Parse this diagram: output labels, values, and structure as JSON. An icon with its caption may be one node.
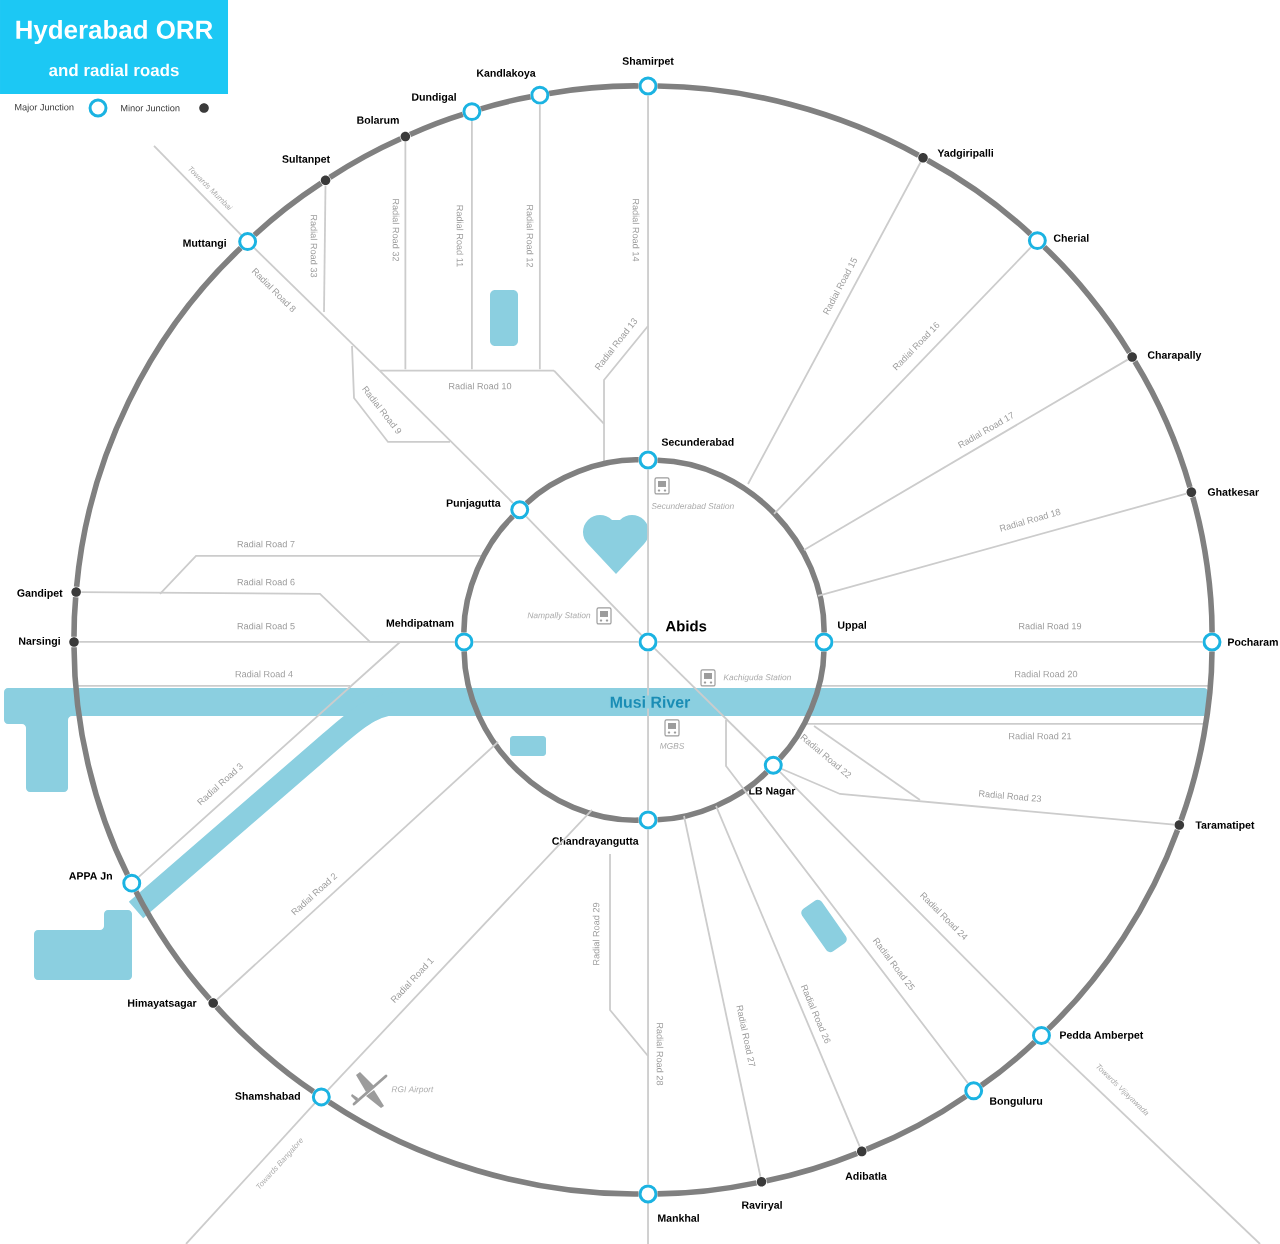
{
  "diagram": {
    "title": "Hyderabad ORR",
    "nodes": [
      {
        "text": [
          "Shamirpet"
        ]
      },
      {
        "text": [
          "Kandlakoya"
        ]
      },
      {
        "text": [
          "Dundigal"
        ]
      },
      {
        "text": [
          "Bolarum"
        ]
      },
      {
        "text": [
          "Sultanpet"
        ]
      },
      {
        "text": [
          "Muttangi"
        ]
      },
      {
        "text": [
          "Gandipet"
        ]
      },
      {
        "text": [
          "Narsingi"
        ]
      },
      {
        "text": [
          "APPA Jn"
        ]
      },
      {
        "text": [
          "Himayatsagar"
        ]
      },
      {
        "text": [
          "Shamshabad"
        ]
      },
      {
        "text": [
          "Mankhal"
        ]
      },
      {
        "text": [
          "Raviryal"
        ]
      },
      {
        "text": [
          "Adibatla"
        ]
      },
      {
        "text": [
          "Bonguluru"
        ]
      },
      {
        "text": [
          "Pedda Amberpet"
        ]
      },
      {
        "text": [
          "Taramatipet"
        ]
      },
      {
        "text": [
          "Pocharam"
        ]
      },
      {
        "text": [
          "Ghatkesar"
        ]
      },
      {
        "text": [
          "Charapally"
        ]
      },
      {
        "text": [
          "Cherial"
        ]
      },
      {
        "text": [
          "Yadgiripalli"
        ]
      },
      {
        "text": [
          "Secunderabad"
        ]
      },
      {
        "text": [
          "Punjagutta"
        ]
      },
      {
        "text": [
          "Mehdipatnam"
        ]
      },
      {
        "text": [
          "Abids"
        ]
      },
      {
        "text": [
          "Uppal"
        ]
      },
      {
        "text": [
          "LB Nagar"
        ]
      },
      {
        "text": [
          "Chandrayangutta"
        ]
      },
      {
        "text": [],
        "shape": "line"
      }
    ],
    "edges": [
      {
        "from": 0,
        "to": 1,
        "arrow": "none",
        "style": "thick",
        "color": "#808080"
      },
      {
        "from": 1,
        "to": 2,
        "arrow": "none",
        "style": "thick",
        "color": "#808080"
      },
      {
        "from": 2,
        "to": 3,
        "arrow": "none",
        "style": "thick",
        "color": "#808080"
      },
      {
        "from": 3,
        "to": 4,
        "arrow": "none",
        "style": "thick",
        "color": "#808080"
      },
      {
        "from": 4,
        "to": 5,
        "arrow": "none",
        "style": "thick",
        "color": "#808080"
      },
      {
        "from": 5,
        "to": 6,
        "arrow": "none",
        "style": "thick",
        "color": "#808080"
      },
      {
        "from": 6,
        "to": 7,
        "arrow": "none",
        "style": "thick",
        "color": "#808080"
      },
      {
        "from": 7,
        "to": 8,
        "arrow": "none",
        "style": "thick",
        "color": "#808080"
      },
      {
        "from": 8,
        "to": 9,
        "arrow": "none",
        "style": "thick",
        "color": "#808080"
      },
      {
        "from": 9,
        "to": 10,
        "arrow": "none",
        "style": "thick",
        "color": "#808080"
      },
      {
        "from": 10,
        "to": 11,
        "arrow": "none",
        "style": "thick",
        "color": "#808080"
      },
      {
        "from": 11,
        "to": 12,
        "arrow": "none",
        "style": "thick",
        "color": "#808080"
      },
      {
        "from": 12,
        "to": 13,
        "arrow": "none",
        "style": "thick",
        "color": "#808080"
      },
      {
        "from": 13,
        "to": 14,
        "arrow": "none",
        "style": "thick",
        "color": "#808080"
      },
      {
        "from": 14,
        "to": 15,
        "arrow": "none",
        "style": "thick",
        "color": "#808080"
      },
      {
        "from": 15,
        "to": 16,
        "arrow": "none",
        "style": "thick",
        "color": "#808080"
      },
      {
        "from": 16,
        "to": 17,
        "arrow": "none",
        "style": "thick",
        "color": "#808080"
      },
      {
        "from": 17,
        "to": 18,
        "arrow": "none",
        "style": "thick",
        "color": "#808080"
      },
      {
        "from": 18,
        "to": 19,
        "arrow": "none",
        "style": "thick",
        "color": "#808080"
      },
      {
        "from": 19,
        "to": 20,
        "arrow": "none",
        "style": "thick",
        "color": "#808080"
      },
      {
        "from": 20,
        "to": 21,
        "arrow": "none",
        "style": "thick",
        "color": "#808080"
      },
      {
        "from": 21,
        "to": 0,
        "arrow": "none",
        "style": "thick",
        "color": "#808080"
      },
      {
        "from": 22,
        "to": 23,
        "arrow": "none",
        "style": "thick",
        "color": "#808080"
      },
      {
        "from": 23,
        "to": 24,
        "arrow": "none",
        "style": "thick",
        "color": "#808080"
      },
      {
        "from": 24,
        "to": 28,
        "arrow": "none",
        "style": "thick",
        "color": "#808080"
      },
      {
        "from": 28,
        "to": 27,
        "arrow": "none",
        "style": "thick",
        "color": "#808080"
      },
      {
        "from": 27,
        "to": 26,
        "arrow": "none",
        "style": "thick",
        "color": "#808080"
      },
      {
        "from": 26,
        "to": 22,
        "arrow": "none",
        "style": "thick",
        "color": "#808080"
      },
      {
        "from": 4,
        "to": null,
        "arrow": "none",
        "label": "Radial Road 33"
      },
      {
        "from": 3,
        "to": 29,
        "arrow": "none",
        "label": "Radial Road 32"
      },
      {
        "from": 2,
        "to": 29,
        "arrow": "none",
        "label": "Radial Road 11"
      },
      {
        "from": 1,
        "to": 29,
        "arrow": "none",
        "label": "Radial Road 12"
      },
      {
        "from": 0,
        "to": 22,
        "arrow": "none",
        "label": "Radial Road 14"
      },
      {
        "from": 22,
        "to": 25,
        "arrow": "none"
      },
      {
        "from": 25,
        "to": 28,
        "arrow": "none"
      },
      {
        "from": 28,
        "to": 11,
        "arrow": "none",
        "label": "Radial Road 28"
      },
      {
        "from": 21,
        "to": null,
        "arrow": "none",
        "label": "Radial Road 15"
      },
      {
        "from": 20,
        "to": null,
        "arrow": "none",
        "label": "Radial Road 16"
      },
      {
        "from": 19,
        "to": null,
        "arrow": "none",
        "label": "Radial Road 17"
      },
      {
        "from": 18,
        "to": null,
        "arrow": "none",
        "label": "Radial Road 18"
      },
      {
        "from": 26,
        "to": 17,
        "arrow": "none",
        "label": "Radial Road 19"
      },
      {
        "from": 24,
        "to": 25,
        "arrow": "none"
      },
      {
        "from": 25,
        "to": 26,
        "arrow": "none"
      },
      {
        "from": 7,
        "to": 24,
        "arrow": "none",
        "label": "Radial Road 5"
      },
      {
        "from": 6,
        "to": 24,
        "arrow": "none",
        "label": "Radial Road 6"
      },
      {
        "from": 8,
        "to": 24,
        "arrow": "none",
        "label": "Radial Road 3"
      },
      {
        "from": 5,
        "to": 29,
        "arrow": "none",
        "label": "Radial Road 8"
      },
      {
        "from": 23,
        "to": 25,
        "arrow": "none"
      },
      {
        "from": 25,
        "to": 27,
        "arrow": "none"
      },
      {
        "from": 27,
        "to": 15,
        "arrow": "none",
        "label": "Radial Road 24"
      },
      {
        "from": 16,
        "to": 27,
        "arrow": "none",
        "label": "Radial Road 23"
      },
      {
        "from": 14,
        "to": null,
        "arrow": "none",
        "label": "Radial Road 25"
      },
      {
        "from": 13,
        "to": null,
        "arrow": "none",
        "label": "Radial Road 26"
      },
      {
        "from": 12,
        "to": null,
        "arrow": "none",
        "label": "Radial Road 27"
      },
      {
        "from": 9,
        "to": null,
        "arrow": "none",
        "label": "Radial Road 2"
      },
      {
        "from": 10,
        "to": null,
        "arrow": "none",
        "label": "Radial Road 1"
      },
      {
        "from": 29,
        "to": 23,
        "arrow": "none"
      }
    ],
    "labels": [
      "and radial roads",
      "Towards Mumbai",
      "Radial Road 9",
      "Radial Road 10",
      "Radial Road 13",
      "Secunderabad Station",
      "Radial Road 7",
      "Nampally Station",
      "Radial Road 4",
      "Kachiguda Station",
      "Musi River",
      "MGBS",
      "Radial Road 20",
      "Radial Road 21",
      "Radial Road 22",
      "Radial Road 29",
      "RGI Airport",
      "Towards Bangalore",
      "Towards Vijayawada"
    ],
    "legend": [
      {
        "text": "Major Junction"
      },
      {
        "text": "Minor Junction"
      }
    ]
  }
}
